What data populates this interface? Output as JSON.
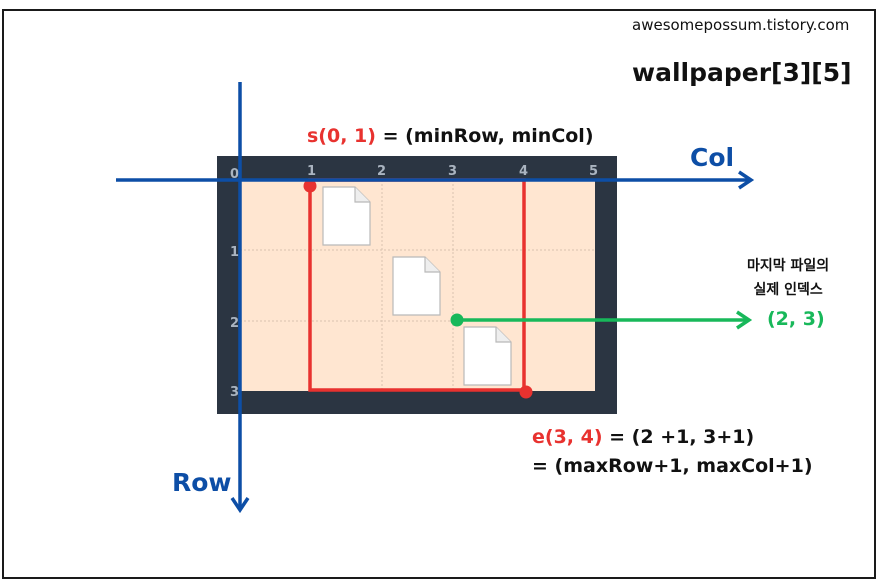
{
  "site": "awesomepossum.tistory.com",
  "title": "wallpaper[3][5]",
  "grid": {
    "col_ticks": [
      "0",
      "1",
      "2",
      "3",
      "4",
      "5"
    ],
    "row_ticks": [
      "1",
      "2",
      "3"
    ]
  },
  "axes": {
    "col_label": "Col",
    "row_label": "Row"
  },
  "start_label": {
    "coord": "s(0, 1)",
    "rest": " = (minRow, minCol)"
  },
  "end_label": {
    "coord": "e(3, 4)",
    "rest": " = (2 +1, 3+1)",
    "line2": "= (maxRow+1, maxCol+1)"
  },
  "last_file": {
    "note_line1": "마지막 파일의",
    "note_line2": "실제 인덱스",
    "value": "(2, 3)"
  },
  "files": [
    {
      "row": 0,
      "col": 1
    },
    {
      "row": 1,
      "col": 2
    },
    {
      "row": 2,
      "col": 3
    }
  ],
  "colors": {
    "grid_bg": "#ffe6d1",
    "frame": "#2b3542",
    "selection": "#e8322f",
    "axis": "#0d4ea6",
    "index_arrow": "#18b85a"
  }
}
